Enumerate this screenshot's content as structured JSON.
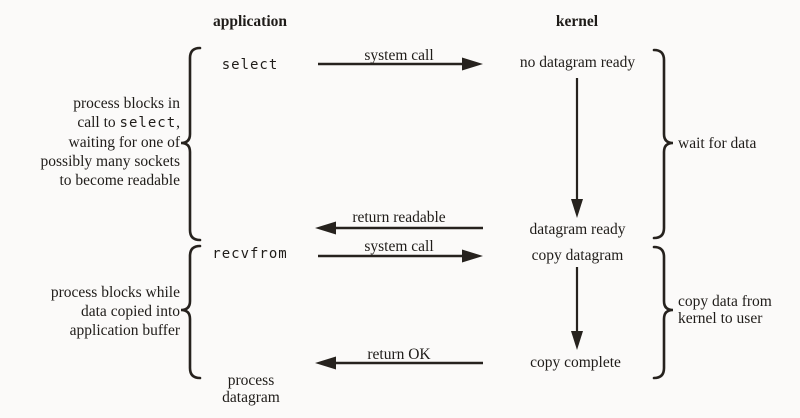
{
  "headers": {
    "application": "application",
    "kernel": "kernel"
  },
  "app_column": {
    "select_call": "select",
    "recvfrom_call": "recvfrom",
    "process_datagram_line1": "process",
    "process_datagram_line2": "datagram"
  },
  "kernel_column": {
    "no_datagram_ready": "no datagram ready",
    "datagram_ready": "datagram ready",
    "copy_datagram": "copy datagram",
    "copy_complete": "copy complete"
  },
  "arrow_labels": {
    "system_call_1": "system call",
    "return_readable": "return readable",
    "system_call_2": "system call",
    "return_ok": "return OK"
  },
  "left_notes": {
    "block1": {
      "line1": "process blocks in",
      "line2_pre": "call to ",
      "line2_code": "select",
      "line2_post": ",",
      "line3": "waiting for one of",
      "line4": "possibly many sockets",
      "line5": "to become readable"
    },
    "block2": {
      "line1": "process blocks while",
      "line2": "data copied into",
      "line3": "application buffer"
    }
  },
  "right_notes": {
    "wait_for_data": "wait for data",
    "copy_data_line1": "copy data from",
    "copy_data_line2": "kernel to user"
  },
  "colors": {
    "ink": "#26221e",
    "background": "#fbfaf9"
  }
}
